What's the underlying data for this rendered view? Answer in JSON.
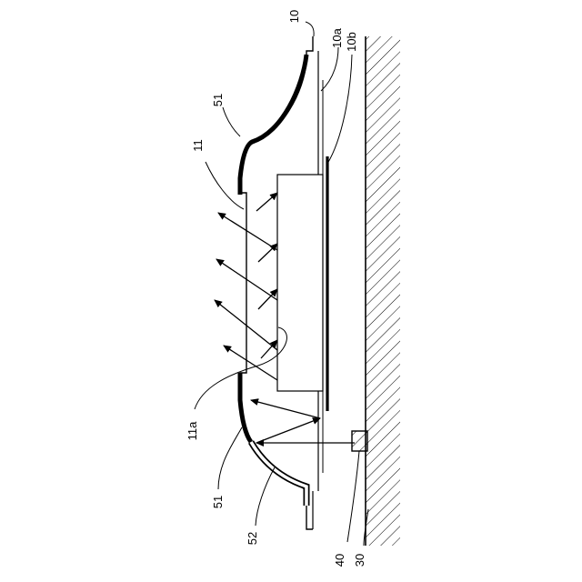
{
  "labels": {
    "ref_10": "10",
    "ref_10a": "10a",
    "ref_10b": "10b",
    "ref_11": "11",
    "ref_11a": "11a",
    "ref_51_top": "51",
    "ref_51_bottom": "51",
    "ref_52": "52",
    "ref_40": "40",
    "ref_30": "30"
  }
}
